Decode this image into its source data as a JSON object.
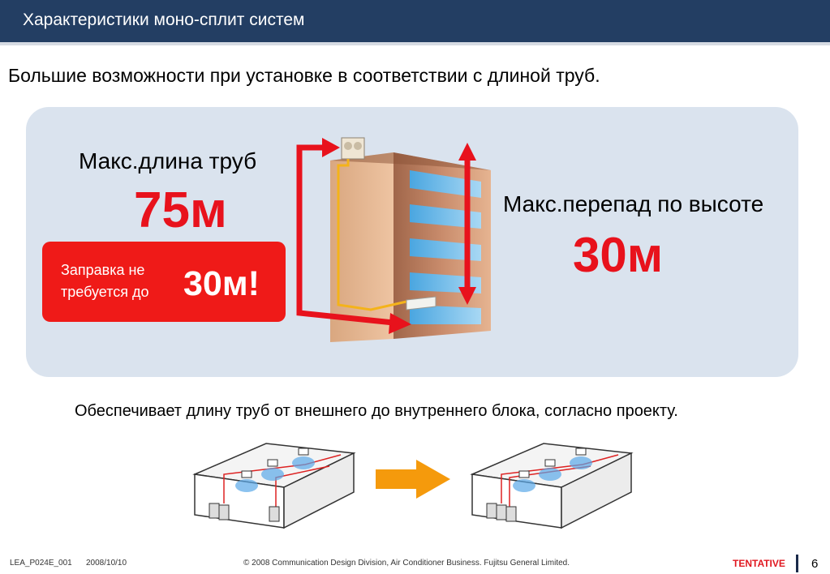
{
  "header": {
    "title": "Характеристики моно-сплит систем"
  },
  "subtitle": "Большие возможности при установке в соответствии с длиной труб.",
  "pipe_length": {
    "label": "Макс.длина труб",
    "value": "75м"
  },
  "no_charge": {
    "text": "Заправка не требуется до",
    "value": "30м!"
  },
  "height_diff": {
    "label": "Макс.перепад по высоте",
    "value": "30м"
  },
  "caption": "Обеспечивает длину труб от внешнего до внутреннего блока, согласно проекту.",
  "footer": {
    "doc_id": "LEA_P024E_001",
    "date": "2008/10/10",
    "copyright": "© 2008  Communication Design Division, Air Conditioner Business. Fujitsu General Limited.",
    "status": "TENTATIVE",
    "page": "6"
  },
  "colors": {
    "header": "#233e63",
    "accent_red": "#e8121c",
    "panel": "#dae3ee",
    "arrow_orange": "#f59a0c"
  }
}
